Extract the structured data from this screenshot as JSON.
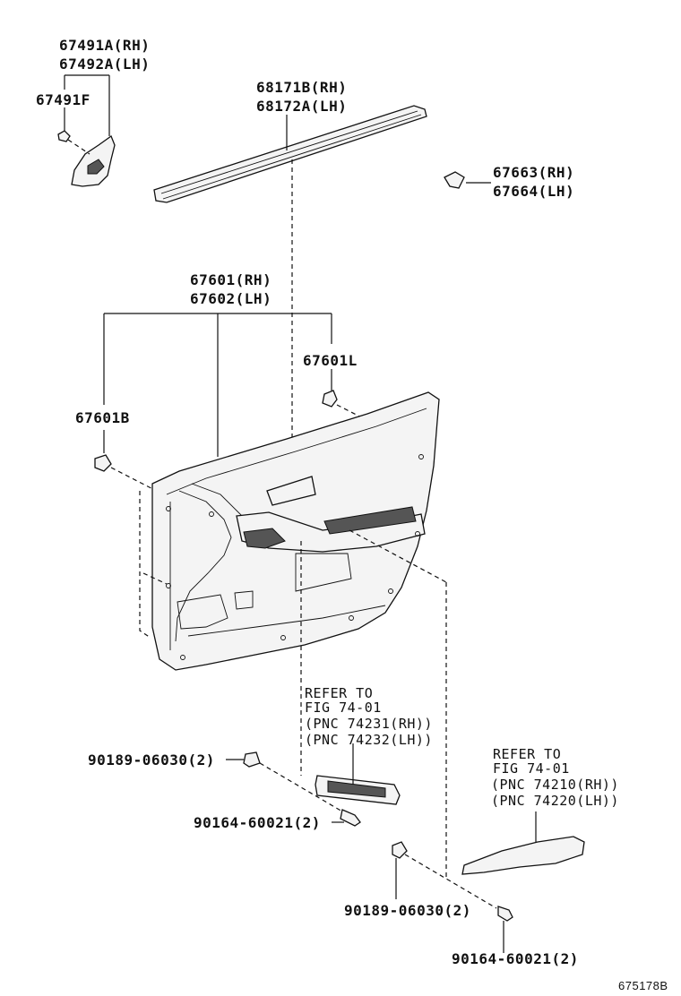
{
  "labels": {
    "l67491a": "67491A(RH)",
    "l67492a": "67492A(LH)",
    "l67491f": "67491F",
    "l68171b": "68171B(RH)",
    "l68172a": "68172A(LH)",
    "l67663": "67663(RH)",
    "l67664": "67664(LH)",
    "l67601": "67601(RH)",
    "l67602": "67602(LH)",
    "l67601l": "67601L",
    "l67601b": "67601B",
    "ref1_line1": "REFER TO",
    "ref1_line2": "FIG 74-01",
    "ref1_line3": "(PNC 74231(RH))",
    "ref1_line4": "(PNC 74232(LH))",
    "ref2_line1": "REFER TO",
    "ref2_line2": "FIG 74-01",
    "ref2_line3": "(PNC 74210(RH))",
    "ref2_line4": "(PNC 74220(LH))",
    "l90189a": "90189-06030(2)",
    "l90164a": "90164-60021(2)",
    "l90189b": "90189-06030(2)",
    "l90164b": "90164-60021(2)",
    "figure_id": "675178B"
  }
}
